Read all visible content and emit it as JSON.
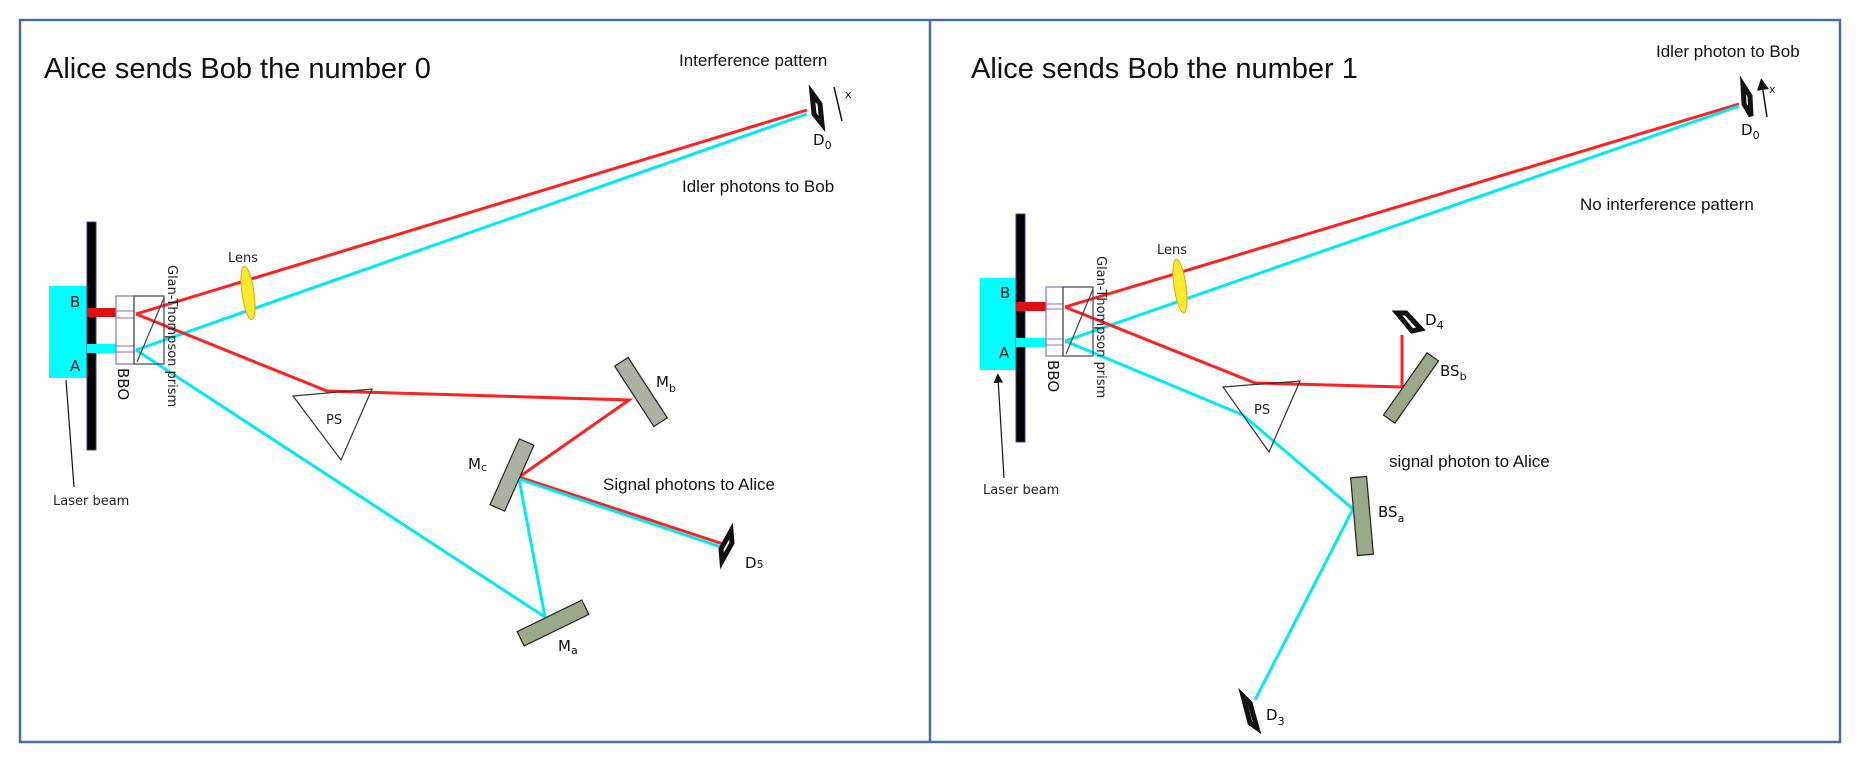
{
  "colors": {
    "frame": "#4a6f9a",
    "signal_red": "#ff2020",
    "idler_cyan": "#00eaf5",
    "laser_box": "#00ffff",
    "lens_yellow": "#ffeb2a",
    "mirror_green": "#9aaa88"
  },
  "left_panel": {
    "title": "Alice sends Bob the number 0",
    "detector_top_caption": "Interference pattern",
    "idler_caption": "Idler photons to Bob",
    "signal_caption": "Signal photons to Alice",
    "laser_label": "Laser beam",
    "slit_b": "B",
    "slit_a": "A",
    "bbo": "BBO",
    "prism": "Glan-Thompson prism",
    "lens": "Lens",
    "ps": "PS",
    "detector_d0": {
      "main": "D",
      "sub": "0"
    },
    "axis_x": "x",
    "mirror_b": {
      "main": "M",
      "sub": "b"
    },
    "mirror_c": {
      "main": "M",
      "sub": "c"
    },
    "mirror_a": {
      "main": "M",
      "sub": "a"
    },
    "detector_d5": {
      "main": "D",
      "sub": "5"
    }
  },
  "right_panel": {
    "title": "Alice sends Bob the number 1",
    "idler_caption": "Idler photon to Bob",
    "pattern_caption": "No interference pattern",
    "signal_caption": "signal photon to Alice",
    "laser_label": "Laser beam",
    "slit_b": "B",
    "slit_a": "A",
    "bbo": "BBO",
    "prism": "Glan-Thompson prism",
    "lens": "Lens",
    "ps": "PS",
    "detector_d0": {
      "main": "D",
      "sub": "0"
    },
    "axis_x": "x",
    "detector_d4": {
      "main": "D",
      "sub": "4"
    },
    "beamsplitter_b": {
      "main": "BS",
      "sub": "b"
    },
    "beamsplitter_a": {
      "main": "BS",
      "sub": "a"
    },
    "detector_d3": {
      "main": "D",
      "sub": "3"
    }
  }
}
